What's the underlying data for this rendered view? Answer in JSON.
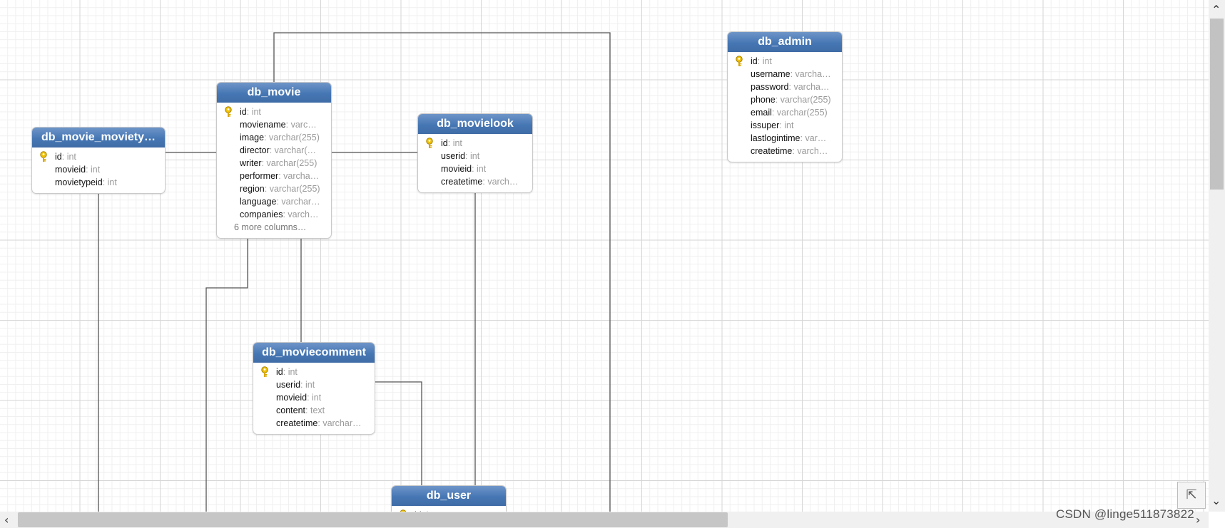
{
  "tables": [
    {
      "id": "db_movie_movietype",
      "title": "db_movie_moviety…",
      "columns": [
        {
          "name": "id",
          "type": "int",
          "pk": true
        },
        {
          "name": "movieid",
          "type": "int"
        },
        {
          "name": "movietypeid",
          "type": "int"
        }
      ]
    },
    {
      "id": "db_movie",
      "title": "db_movie",
      "columns": [
        {
          "name": "id",
          "type": "int",
          "pk": true
        },
        {
          "name": "moviename",
          "type": "varc…"
        },
        {
          "name": "image",
          "type": "varchar(255)"
        },
        {
          "name": "director",
          "type": "varchar(…"
        },
        {
          "name": "writer",
          "type": "varchar(255)"
        },
        {
          "name": "performer",
          "type": "varcha…"
        },
        {
          "name": "region",
          "type": "varchar(255)"
        },
        {
          "name": "language",
          "type": "varchar…"
        },
        {
          "name": "companies",
          "type": "varch…"
        }
      ],
      "more": "6 more columns…"
    },
    {
      "id": "db_movielook",
      "title": "db_movielook",
      "columns": [
        {
          "name": "id",
          "type": "int",
          "pk": true
        },
        {
          "name": "userid",
          "type": "int"
        },
        {
          "name": "movieid",
          "type": "int"
        },
        {
          "name": "createtime",
          "type": "varch…"
        }
      ]
    },
    {
      "id": "db_admin",
      "title": "db_admin",
      "columns": [
        {
          "name": "id",
          "type": "int",
          "pk": true
        },
        {
          "name": "username",
          "type": "varcha…"
        },
        {
          "name": "password",
          "type": "varcha…"
        },
        {
          "name": "phone",
          "type": "varchar(255)"
        },
        {
          "name": "email",
          "type": "varchar(255)"
        },
        {
          "name": "issuper",
          "type": "int"
        },
        {
          "name": "lastlogintime",
          "type": "var…"
        },
        {
          "name": "createtime",
          "type": "varch…"
        }
      ]
    },
    {
      "id": "db_moviecomment",
      "title": "db_moviecomment",
      "columns": [
        {
          "name": "id",
          "type": "int",
          "pk": true
        },
        {
          "name": "userid",
          "type": "int"
        },
        {
          "name": "movieid",
          "type": "int"
        },
        {
          "name": "content",
          "type": "text"
        },
        {
          "name": "createtime",
          "type": "varchar…"
        }
      ]
    },
    {
      "id": "db_user",
      "title": "db_user",
      "columns": [
        {
          "name": "id",
          "type": "int",
          "pk": true
        }
      ]
    }
  ],
  "watermark": "CSDN @linge511873822",
  "icons": {
    "primary_key": "key-icon",
    "collapse": "collapse-arrow-icon",
    "scroll_left": "chevron-left-icon",
    "scroll_right": "chevron-right-icon",
    "scroll_up": "chevron-up-icon",
    "scroll_down": "chevron-down-icon"
  },
  "colors": {
    "header": "#4677b4",
    "connector": "#555555",
    "type_text": "#9a9a9a",
    "key": "#e8b400"
  }
}
